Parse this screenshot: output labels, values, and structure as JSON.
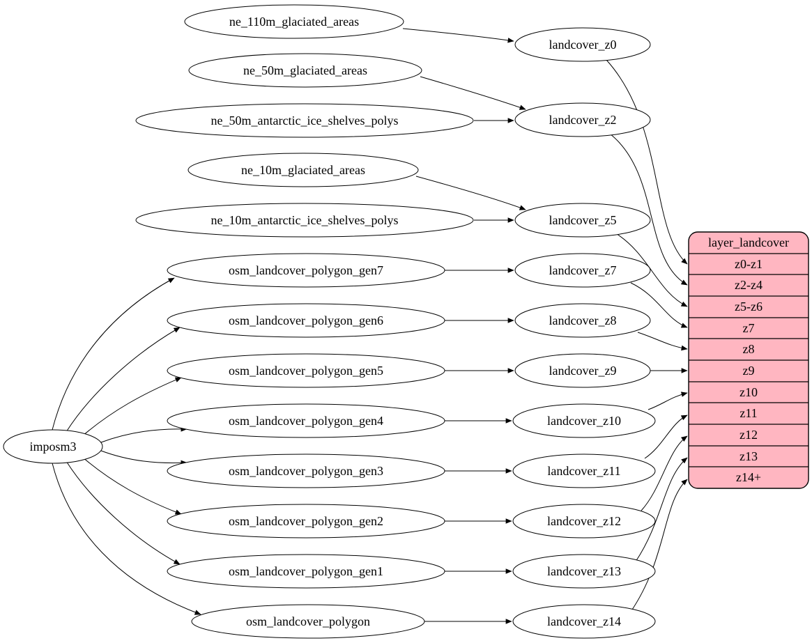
{
  "diagram": {
    "kind": "dependency-graph",
    "background": "#ffffff",
    "node_fill": "#ffffff",
    "node_stroke": "#000000",
    "edge_color": "#000000",
    "importer": {
      "label": "imposm3"
    },
    "sources": [
      {
        "label": "ne_110m_glaciated_areas"
      },
      {
        "label": "ne_50m_glaciated_areas"
      },
      {
        "label": "ne_50m_antarctic_ice_shelves_polys"
      },
      {
        "label": "ne_10m_glaciated_areas"
      },
      {
        "label": "ne_10m_antarctic_ice_shelves_polys"
      },
      {
        "label": "osm_landcover_polygon_gen7"
      },
      {
        "label": "osm_landcover_polygon_gen6"
      },
      {
        "label": "osm_landcover_polygon_gen5"
      },
      {
        "label": "osm_landcover_polygon_gen4"
      },
      {
        "label": "osm_landcover_polygon_gen3"
      },
      {
        "label": "osm_landcover_polygon_gen2"
      },
      {
        "label": "osm_landcover_polygon_gen1"
      },
      {
        "label": "osm_landcover_polygon"
      }
    ],
    "layers": [
      {
        "label": "landcover_z0"
      },
      {
        "label": "landcover_z2"
      },
      {
        "label": "landcover_z5"
      },
      {
        "label": "landcover_z7"
      },
      {
        "label": "landcover_z8"
      },
      {
        "label": "landcover_z9"
      },
      {
        "label": "landcover_z10"
      },
      {
        "label": "landcover_z11"
      },
      {
        "label": "landcover_z12"
      },
      {
        "label": "landcover_z13"
      },
      {
        "label": "landcover_z14"
      }
    ],
    "table": {
      "title": "layer_landcover",
      "fill": "#ffb6c1",
      "rows": [
        {
          "label": "z0-z1"
        },
        {
          "label": "z2-z4"
        },
        {
          "label": "z5-z6"
        },
        {
          "label": "z7"
        },
        {
          "label": "z8"
        },
        {
          "label": "z9"
        },
        {
          "label": "z10"
        },
        {
          "label": "z11"
        },
        {
          "label": "z12"
        },
        {
          "label": "z13"
        },
        {
          "label": "z14+"
        }
      ]
    },
    "edges": [
      {
        "from": "imposm3",
        "to": "osm_landcover_polygon_gen7"
      },
      {
        "from": "imposm3",
        "to": "osm_landcover_polygon_gen6"
      },
      {
        "from": "imposm3",
        "to": "osm_landcover_polygon_gen5"
      },
      {
        "from": "imposm3",
        "to": "osm_landcover_polygon_gen4"
      },
      {
        "from": "imposm3",
        "to": "osm_landcover_polygon_gen3"
      },
      {
        "from": "imposm3",
        "to": "osm_landcover_polygon_gen2"
      },
      {
        "from": "imposm3",
        "to": "osm_landcover_polygon_gen1"
      },
      {
        "from": "imposm3",
        "to": "osm_landcover_polygon"
      },
      {
        "from": "ne_110m_glaciated_areas",
        "to": "landcover_z0"
      },
      {
        "from": "ne_50m_glaciated_areas",
        "to": "landcover_z2"
      },
      {
        "from": "ne_50m_antarctic_ice_shelves_polys",
        "to": "landcover_z2"
      },
      {
        "from": "ne_10m_glaciated_areas",
        "to": "landcover_z5"
      },
      {
        "from": "ne_10m_antarctic_ice_shelves_polys",
        "to": "landcover_z5"
      },
      {
        "from": "osm_landcover_polygon_gen7",
        "to": "landcover_z7"
      },
      {
        "from": "osm_landcover_polygon_gen6",
        "to": "landcover_z8"
      },
      {
        "from": "osm_landcover_polygon_gen5",
        "to": "landcover_z9"
      },
      {
        "from": "osm_landcover_polygon_gen4",
        "to": "landcover_z10"
      },
      {
        "from": "osm_landcover_polygon_gen3",
        "to": "landcover_z11"
      },
      {
        "from": "osm_landcover_polygon_gen2",
        "to": "landcover_z12"
      },
      {
        "from": "osm_landcover_polygon_gen1",
        "to": "landcover_z13"
      },
      {
        "from": "osm_landcover_polygon",
        "to": "landcover_z14"
      },
      {
        "from": "landcover_z0",
        "to": "layer_landcover:z0-z1"
      },
      {
        "from": "landcover_z2",
        "to": "layer_landcover:z2-z4"
      },
      {
        "from": "landcover_z5",
        "to": "layer_landcover:z5-z6"
      },
      {
        "from": "landcover_z7",
        "to": "layer_landcover:z7"
      },
      {
        "from": "landcover_z8",
        "to": "layer_landcover:z8"
      },
      {
        "from": "landcover_z9",
        "to": "layer_landcover:z9"
      },
      {
        "from": "landcover_z10",
        "to": "layer_landcover:z10"
      },
      {
        "from": "landcover_z11",
        "to": "layer_landcover:z11"
      },
      {
        "from": "landcover_z12",
        "to": "layer_landcover:z12"
      },
      {
        "from": "landcover_z13",
        "to": "layer_landcover:z13"
      },
      {
        "from": "landcover_z14",
        "to": "layer_landcover:z14+"
      }
    ]
  }
}
